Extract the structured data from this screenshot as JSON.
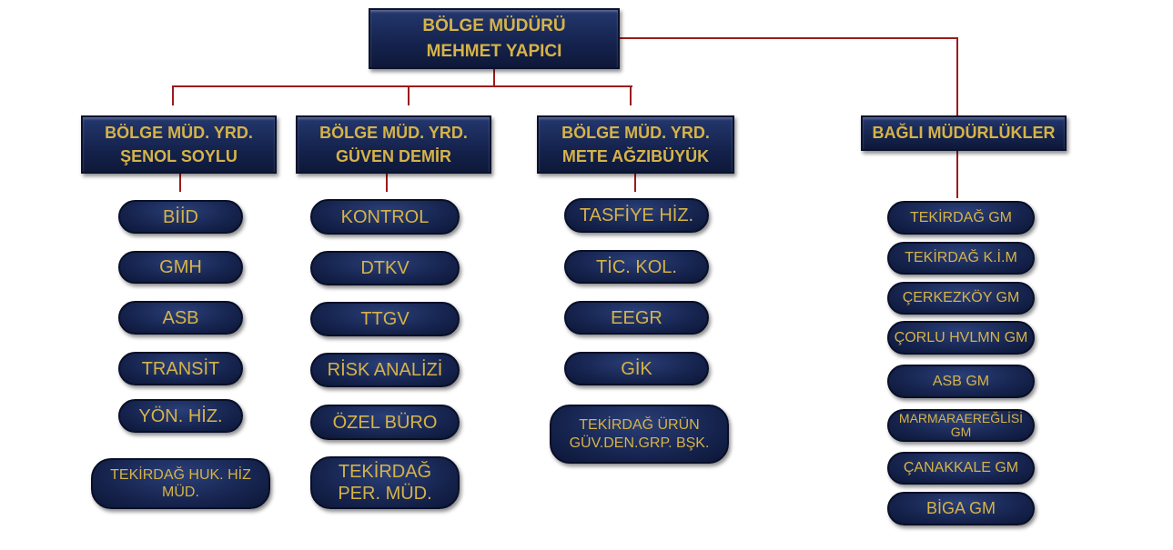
{
  "top": {
    "title": "BÖLGE MÜDÜRÜ",
    "name": "MEHMET YAPICI"
  },
  "deputies": [
    {
      "title": "BÖLGE MÜD. YRD.",
      "name": "ŞENOL SOYLU",
      "units": [
        "BİİD",
        "GMH",
        "ASB",
        "TRANSİT",
        "YÖN. HİZ.",
        [
          "TEKİRDAĞ HUK. HİZ",
          "MÜD."
        ]
      ]
    },
    {
      "title": "BÖLGE MÜD. YRD.",
      "name": "GÜVEN DEMİR",
      "units": [
        "KONTROL",
        "DTKV",
        "TTGV",
        "RİSK ANALİZİ",
        "ÖZEL BÜRO",
        [
          "TEKİRDAĞ",
          "PER. MÜD."
        ]
      ]
    },
    {
      "title": "BÖLGE MÜD. YRD.",
      "name": "METE AĞZIBÜYÜK",
      "units": [
        "TASFİYE HİZ.",
        "TİC. KOL.",
        "EEGR",
        "GİK",
        [
          "TEKİRDAĞ ÜRÜN",
          "GÜV.DEN.GRP. BŞK."
        ]
      ]
    }
  ],
  "affiliated": {
    "title": "BAĞLI MÜDÜRLÜKLER",
    "units": [
      "TEKİRDAĞ GM",
      "TEKİRDAĞ K.İ.M",
      "ÇERKEZKÖY GM",
      "ÇORLU HVLMN GM",
      "ASB GM",
      [
        "MARMARAEREĞLİSİ",
        "GM"
      ],
      "ÇANAKKALE GM",
      "BİGA GM"
    ]
  },
  "colors": {
    "navy": "#16244f",
    "gold": "#d6b348",
    "line": "#9b1b1b"
  }
}
